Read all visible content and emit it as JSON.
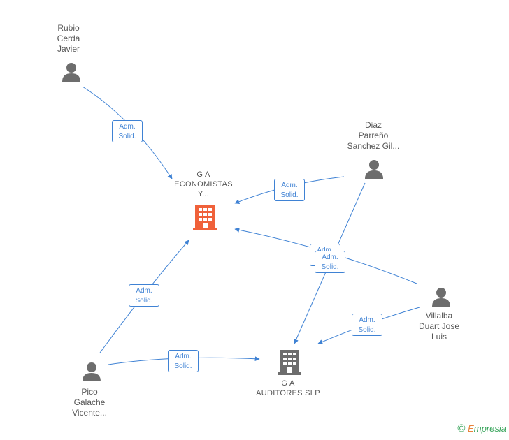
{
  "colors": {
    "edge": "#3f82d4",
    "person": "#6d6d6d",
    "company_main": "#f0613a",
    "company_other": "#6d6d6d",
    "text": "#555555"
  },
  "nodes": {
    "rubio": {
      "type": "person",
      "lines": [
        "Rubio",
        "Cerda",
        "Javier"
      ]
    },
    "diaz": {
      "type": "person",
      "lines": [
        "Diaz",
        "Parreño",
        "Sanchez Gil..."
      ]
    },
    "villalba": {
      "type": "person",
      "lines": [
        "Villalba",
        "Duart Jose",
        "Luis"
      ]
    },
    "pico": {
      "type": "person",
      "lines": [
        "Pico",
        "Galache",
        "Vicente..."
      ]
    },
    "gaeco": {
      "type": "company",
      "lines": [
        "G A",
        "ECONOMISTAS",
        "Y..."
      ]
    },
    "gaaud": {
      "type": "company",
      "lines": [
        "G A",
        "AUDITORES SLP"
      ]
    }
  },
  "edge_label": {
    "line1": "Adm.",
    "line2": "Solid."
  },
  "edges": [
    {
      "from": "rubio",
      "to": "gaeco"
    },
    {
      "from": "diaz",
      "to": "gaeco"
    },
    {
      "from": "diaz",
      "to": "gaaud"
    },
    {
      "from": "villalba",
      "to": "gaeco"
    },
    {
      "from": "villalba",
      "to": "gaaud"
    },
    {
      "from": "pico",
      "to": "gaeco"
    },
    {
      "from": "pico",
      "to": "gaaud"
    }
  ],
  "footer": {
    "copyright": "©",
    "brand_first": "E",
    "brand_rest": "mpresia"
  }
}
